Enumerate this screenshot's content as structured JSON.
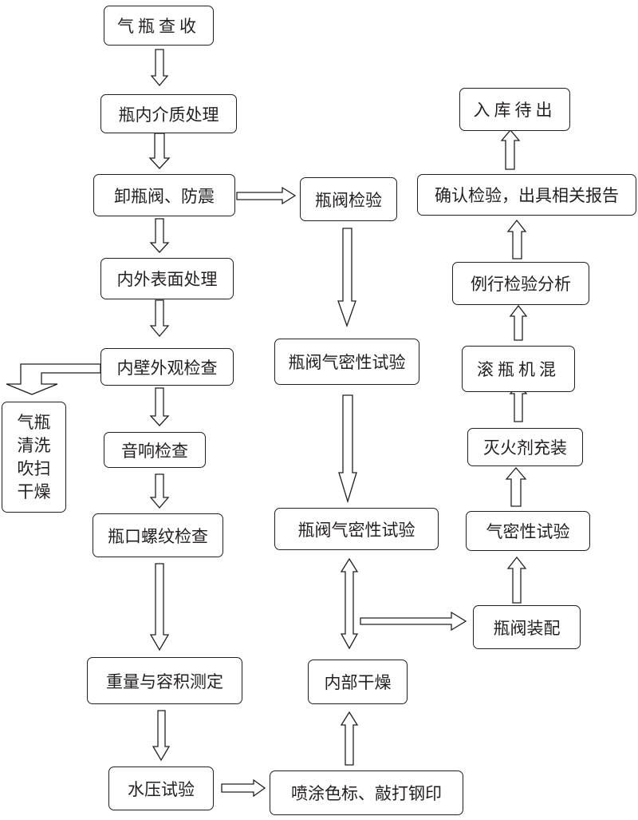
{
  "nodes": {
    "cylinder_inspection": "气瓶查收",
    "medium_treatment": "瓶内介质处理",
    "valve_removal": "卸瓶阀、防震",
    "surface_treatment": "内外表面处理",
    "inner_wall_check": "内壁外观检查",
    "cylinder_cleaning": [
      "气瓶",
      "清洗",
      "吹扫",
      "干燥"
    ],
    "sound_check": "音响检查",
    "thread_check": "瓶口螺纹检查",
    "weight_volume": "重量与容积测定",
    "hydro_test": "水压试验",
    "valve_inspection": "瓶阀检验",
    "valve_airtight_1": "瓶阀气密性试验",
    "valve_airtight_2": "瓶阀气密性试验",
    "internal_drying": "内部干燥",
    "painting_stamping": "喷涂色标、敲打钢印",
    "valve_assembly": "瓶阀装配",
    "airtight_test": "气密性试验",
    "agent_filling": "灭火剂充装",
    "roll_mixing": "滚瓶机混",
    "routine_analysis": "例行检验分析",
    "confirm_report": "确认检验，出具相关报告",
    "storage": "入库待出"
  }
}
